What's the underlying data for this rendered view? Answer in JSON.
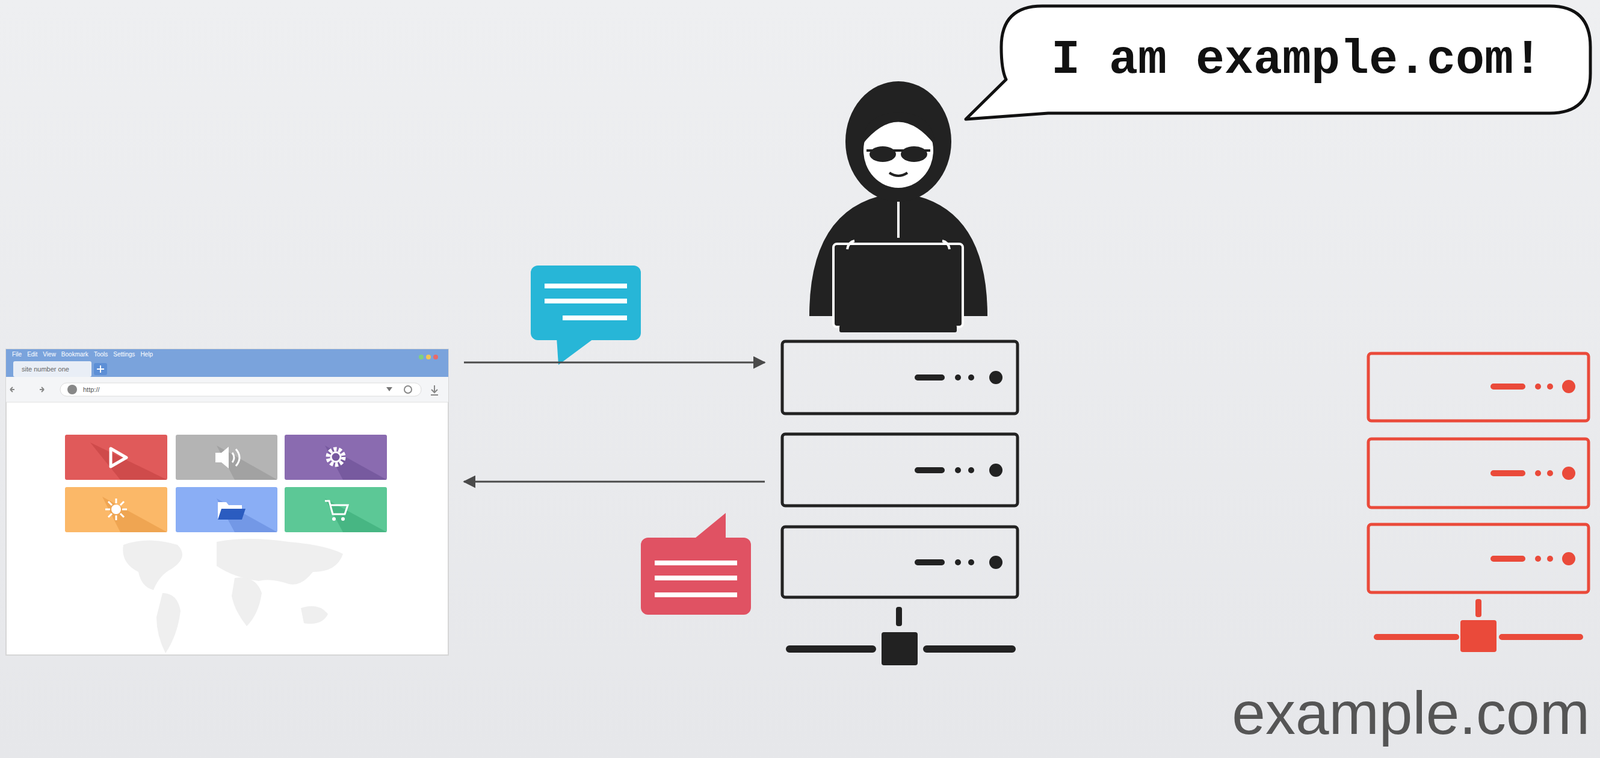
{
  "diagram": {
    "nodes": [
      {
        "text": [
          "File",
          "Edit",
          "View",
          "Bookmark",
          "Tools",
          "Settings",
          "Help",
          "site number one",
          "http://"
        ]
      },
      {
        "text": [
          "I am example.com!"
        ]
      },
      {
        "text": [
          "example.com"
        ]
      }
    ],
    "edges": [
      {
        "from": 0,
        "to": 1,
        "arrow": "to"
      },
      {
        "from": 1,
        "to": 0,
        "arrow": "to"
      }
    ]
  }
}
